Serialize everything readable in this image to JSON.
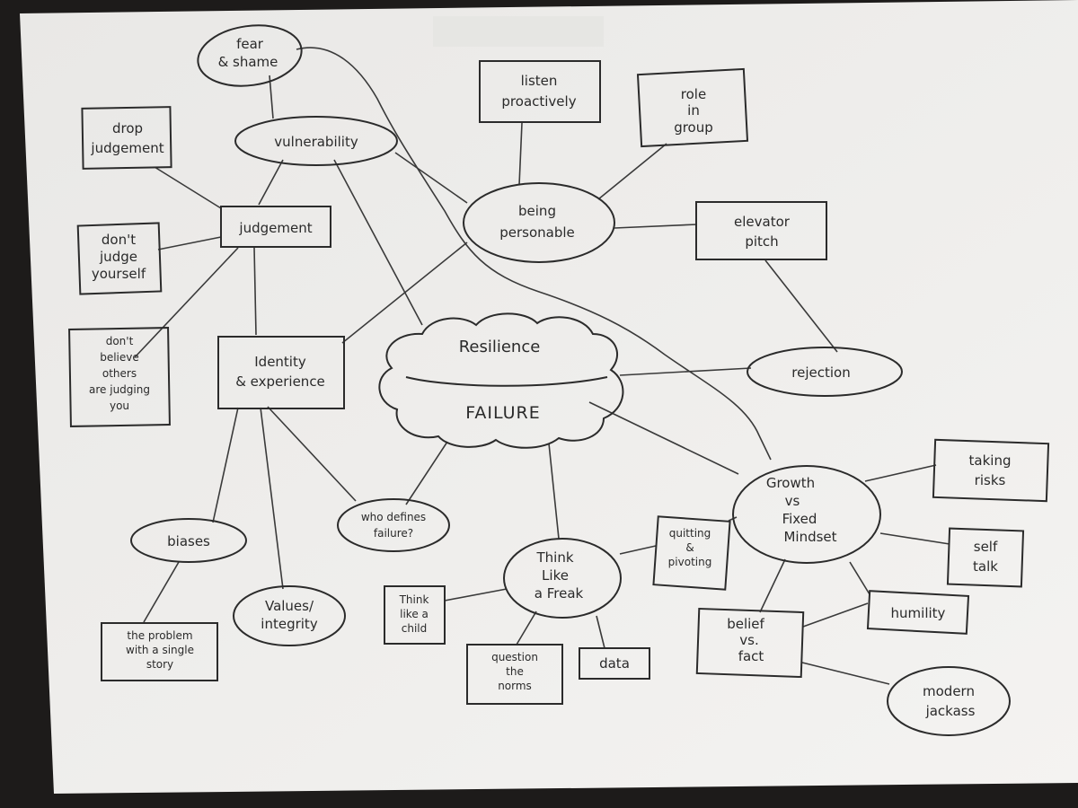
{
  "nodes": {
    "fear_shame": [
      "fear",
      "& shame"
    ],
    "vulnerability": [
      "vulnerability"
    ],
    "drop_judgement": [
      "drop",
      "judgement"
    ],
    "judgement": [
      "judgement"
    ],
    "dont_judge": [
      "don't",
      "judge",
      "yourself"
    ],
    "dont_believe": [
      "don't",
      "believe",
      "others",
      "are judging",
      "you"
    ],
    "identity": [
      "Identity",
      "& experience"
    ],
    "biases": [
      "biases"
    ],
    "single_story": [
      "the problem",
      "with a single",
      "story"
    ],
    "values": [
      "Values/",
      "integrity"
    ],
    "who_defines": [
      "who defines",
      "failure?"
    ],
    "listen": [
      "listen",
      "proactively"
    ],
    "role_group": [
      "role",
      "in",
      "group"
    ],
    "personable": [
      "being",
      "personable"
    ],
    "elevator": [
      "elevator",
      "pitch"
    ],
    "resilience": [
      "Resilience"
    ],
    "failure": [
      "FAILURE"
    ],
    "rejection": [
      "rejection"
    ],
    "think_freak": [
      "Think",
      "Like",
      "a Freak"
    ],
    "think_child": [
      "Think",
      "like a",
      "child"
    ],
    "question_norms": [
      "question",
      "the",
      "norms"
    ],
    "data": [
      "data"
    ],
    "quitting": [
      "quitting",
      "&",
      "pivoting"
    ],
    "growth": [
      "Growth",
      "vs",
      "Fixed",
      "Mindset"
    ],
    "taking_risks": [
      "taking",
      "risks"
    ],
    "self_talk": [
      "self",
      "talk"
    ],
    "humility": [
      "humility"
    ],
    "belief_fact": [
      "belief",
      "vs.",
      "fact"
    ],
    "modern_jackass": [
      "modern",
      "jackass"
    ]
  }
}
